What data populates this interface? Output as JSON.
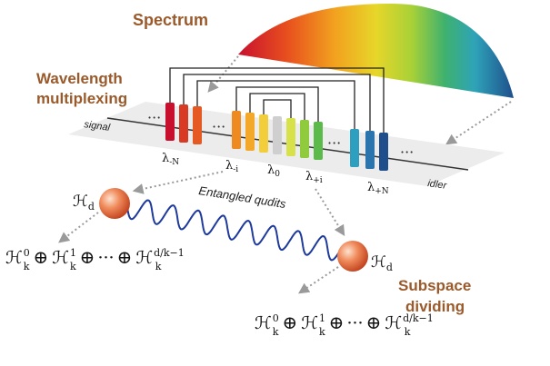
{
  "labels": {
    "spectrum": "Spectrum",
    "wavelength_line1": "Wavelength",
    "wavelength_line2": "multiplexing",
    "signal": "signal",
    "idler": "idler",
    "entangled": "Entangled qudits",
    "subspace_line1": "Subspace",
    "subspace_line2": "dividing"
  },
  "wavelengths": {
    "lambda_minus_N": {
      "main": "λ",
      "sub": "-N"
    },
    "lambda_minus_i": {
      "main": "λ",
      "sub": "-i"
    },
    "lambda_0": {
      "main": "λ",
      "sub": "0"
    },
    "lambda_plus_i": {
      "main": "λ",
      "sub": "+i"
    },
    "lambda_plus_N": {
      "main": "λ",
      "sub": "+N"
    }
  },
  "hilbert": {
    "symbol": "ℋ",
    "d_sub": "d",
    "k_sub": "k",
    "sup0": "0",
    "sup1": "1",
    "sup_last": "d/k−1",
    "oplus": "⊕",
    "dots": "···"
  },
  "colors": {
    "spectrum": [
      "#c8102e",
      "#e8501e",
      "#f2a11f",
      "#e7d62a",
      "#a8d137",
      "#3fb16e",
      "#2ea3b8",
      "#2a6fa8",
      "#1f4e8c"
    ],
    "sphere": "#e8643c",
    "wave": "#1e3a9c",
    "arrow": "#9a9a9a",
    "plane": "#ececec"
  }
}
